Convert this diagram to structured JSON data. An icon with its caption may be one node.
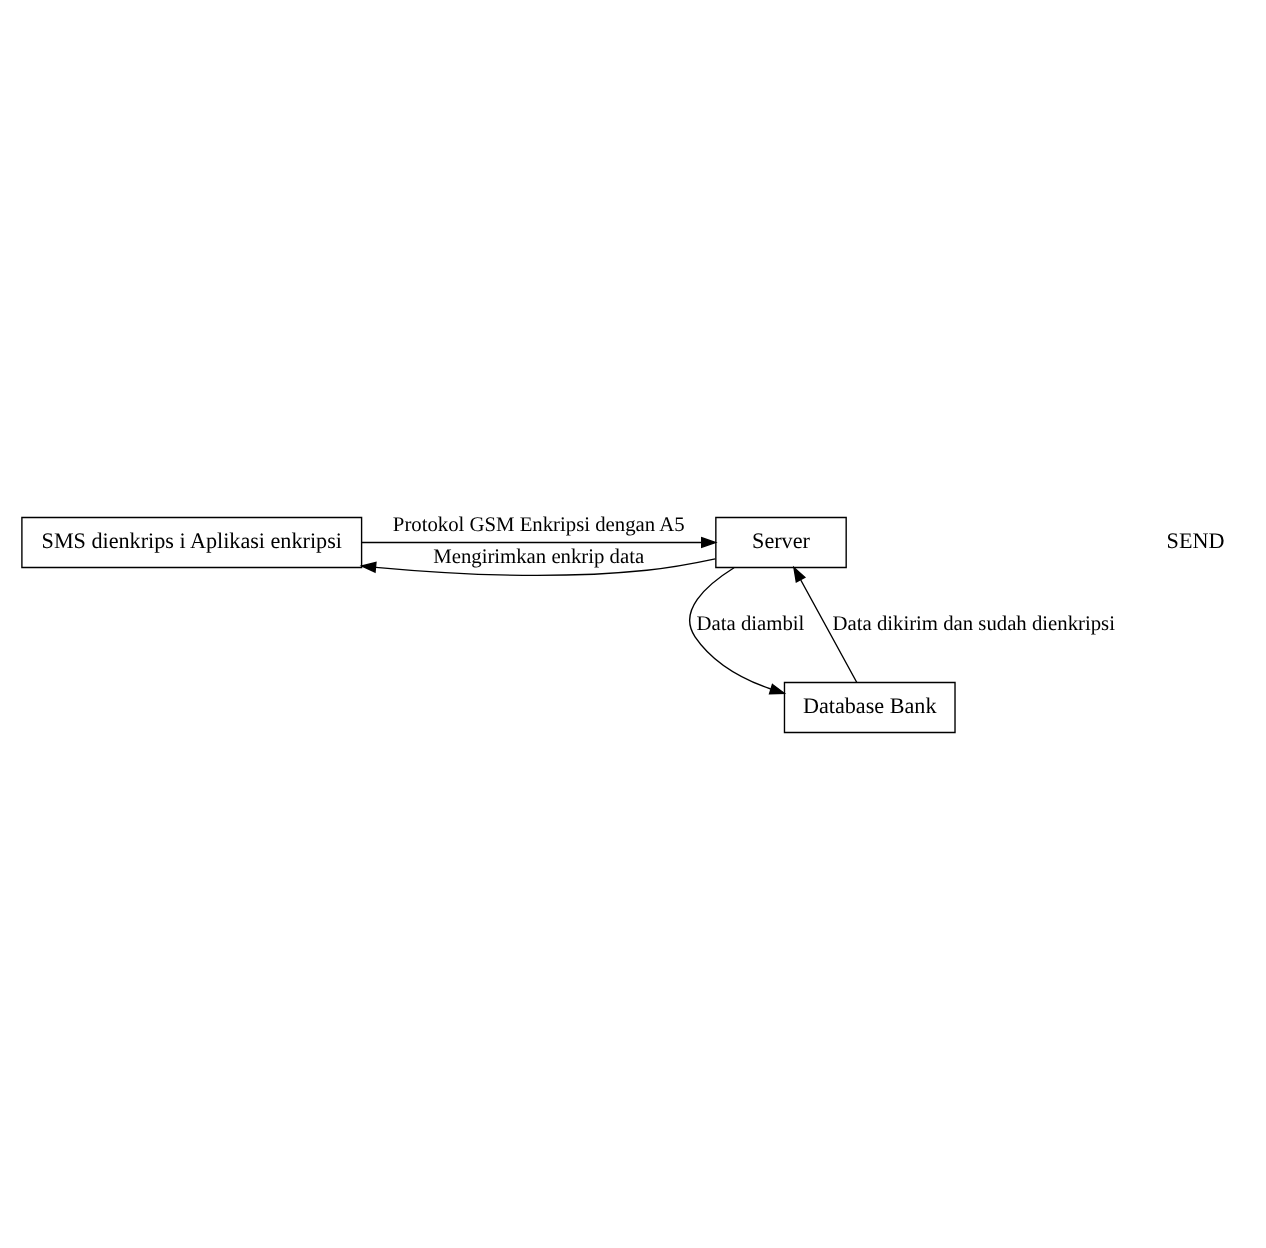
{
  "diagram": {
    "nodes": [
      {
        "text": [
          "SMS dienkrips i Aplikasi enkripsi"
        ]
      },
      {
        "text": [
          "Server"
        ]
      },
      {
        "text": [
          "Database Bank"
        ]
      }
    ],
    "edges": [
      {
        "from": 0,
        "to": 1,
        "arrow": "to",
        "label": "Protokol GSM Enkripsi dengan A5"
      },
      {
        "from": 1,
        "to": 0,
        "arrow": "to",
        "label": "Mengirimkan enkrip data"
      },
      {
        "from": 2,
        "to": 1,
        "arrow": "to",
        "label": "Data dikirim dan sudah dienkripsi"
      },
      {
        "from": 1,
        "to": 2,
        "arrow": "to",
        "label": "Data diambil"
      }
    ],
    "labels": [
      "SEND"
    ]
  }
}
